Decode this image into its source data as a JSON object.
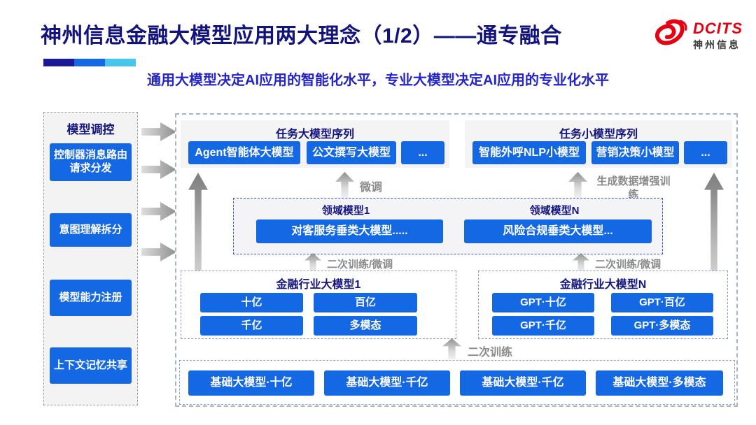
{
  "header": {
    "title": "神州信息金融大模型应用两大理念（1/2）——通专融合",
    "subtitle": "通用大模型决定AI应用的智能化水平，专业大模型决定AI应用的专业化水平",
    "logo": {
      "brand": "DCITS",
      "brand_cn": "神州信息",
      "icon": "dcits-swirl-icon"
    }
  },
  "colors": {
    "accent_navy": "#1A1A99",
    "accent_blue": "#1568E4",
    "accent_cyan": "#45C6EA",
    "title_navy": "#13137E",
    "subtitle_blue": "#2424C8",
    "box_blue": "#1568E4",
    "arrow_gray": "#8f8f8f",
    "logo_red": "#E60012"
  },
  "sidebar": {
    "title": "模型调控",
    "items": [
      {
        "label": "控制器消息路由请求分发"
      },
      {
        "label": "意图理解拆分"
      },
      {
        "label": "模型能力注册"
      },
      {
        "label": "上下文记忆共享"
      }
    ]
  },
  "diagram": {
    "task_large": {
      "title": "任务大模型序列",
      "boxes": [
        "Agent智能体大模型",
        "公文撰写大模型",
        "..."
      ]
    },
    "task_small": {
      "title": "任务小模型序列",
      "boxes": [
        "智能外呼NLP小模型",
        "营销决策小模型",
        "..."
      ]
    },
    "labels": {
      "finetune": "微调",
      "gen_data_training": "生成数据增强训练",
      "retrain_finetune": "二次训练/微调",
      "retrain": "二次训练"
    },
    "domain": {
      "groups": [
        {
          "title": "领域模型1",
          "box": "对客服务垂类大模型....."
        },
        {
          "title": "领域模型N",
          "box": "风险合规垂类大模型..."
        }
      ]
    },
    "industry": [
      {
        "title": "金融行业大模型1",
        "boxes": [
          "十亿",
          "百亿",
          "千亿",
          "多模态"
        ]
      },
      {
        "title": "金融行业大模型N",
        "boxes": [
          "GPT·十亿",
          "GPT·百亿",
          "GPT·千亿",
          "GPT·多模态"
        ]
      }
    ],
    "base": {
      "boxes": [
        "基础大模型·十亿",
        "基础大模型·千亿",
        "基础大模型·千亿",
        "基础大模型·多模态"
      ]
    }
  }
}
